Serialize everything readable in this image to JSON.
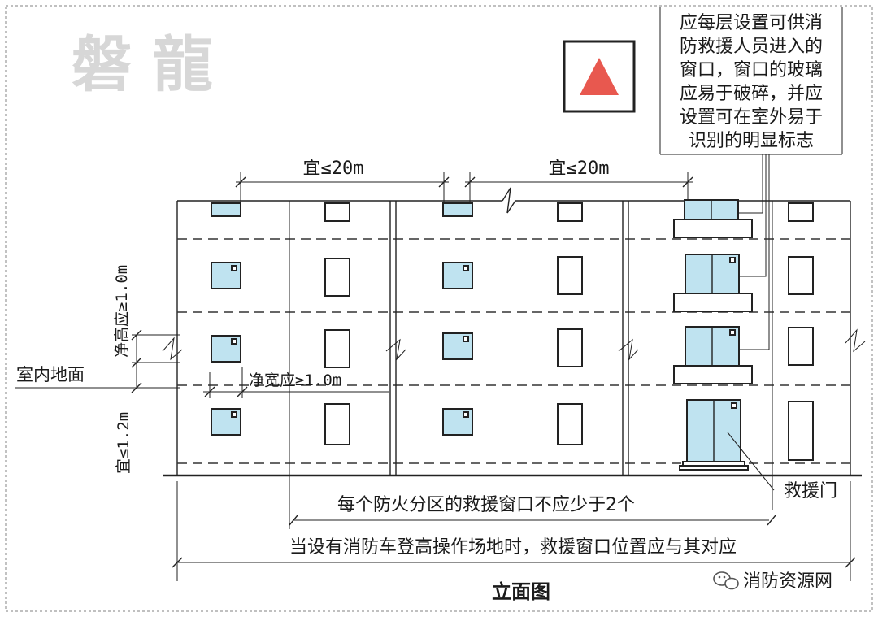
{
  "watermark": "磐 龍",
  "notes": {
    "window_requirement": [
      "应每层设置可供消",
      "防救援人员进入的",
      "窗口，窗口的玻璃",
      "应易于破碎，并应",
      "设置可在室外易于",
      "识别的明显标志"
    ],
    "spacing_left": "宜≤20m",
    "spacing_right": "宜≤20m",
    "clear_height": "净高应≥1.0m",
    "clear_width": "净宽应≥1.0m",
    "sill_height": "宜≤1.2m",
    "indoor_floor": "室内地面",
    "rescue_door": "救援门",
    "min_windows": "每个防火分区的救援窗口不应少于2个",
    "position_note": "当设有消防车登高操作场地时，救援窗口位置应与其对应",
    "title": "立面图"
  },
  "sign": {
    "symbol": "triangle",
    "color": "#e8584f"
  },
  "colors": {
    "glass": "#bfe3f0",
    "line": "#222222"
  },
  "source": "消防资源网"
}
